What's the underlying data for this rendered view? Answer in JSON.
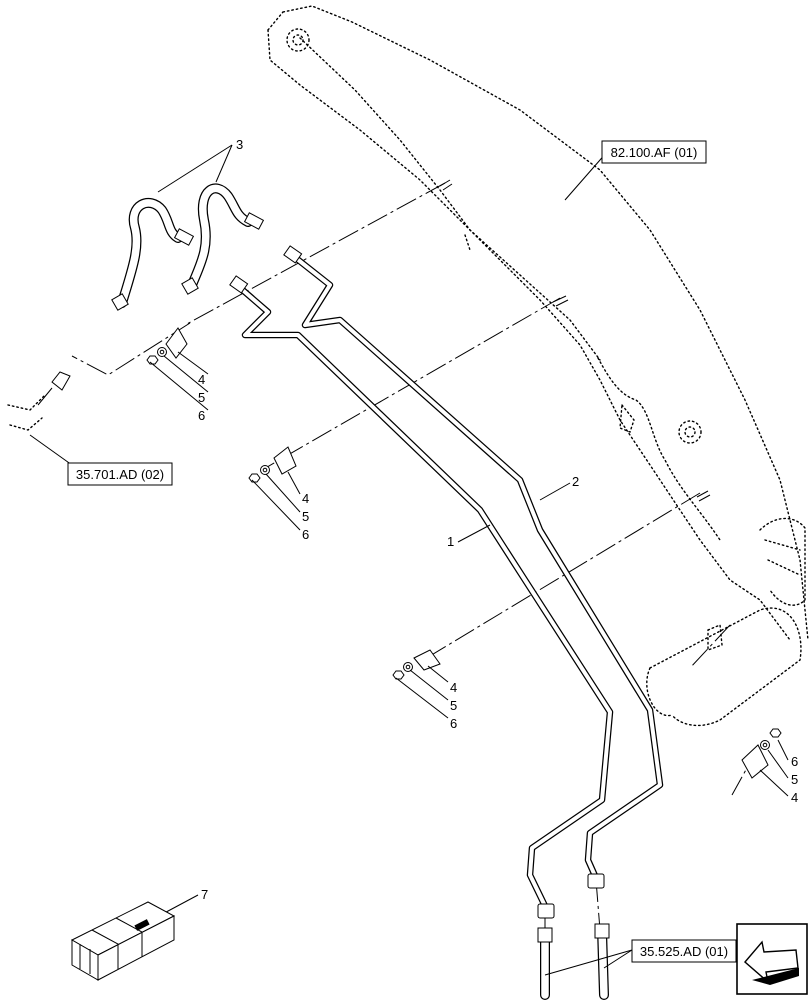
{
  "callouts": {
    "pipe_1": "1",
    "pipe_2": "2",
    "hoses_3": "3",
    "bracket_4": "4",
    "washer_5": "5",
    "nut_6": "6",
    "kit_7": "7"
  },
  "references": {
    "boom": "82.100.AF (01)",
    "left_connection": "35.701.AD (02)",
    "bottom_connection": "35.525.AD (01)"
  },
  "icons": {
    "kit_box": "wooden-crate-icon",
    "navigation": "arrow-icon"
  }
}
